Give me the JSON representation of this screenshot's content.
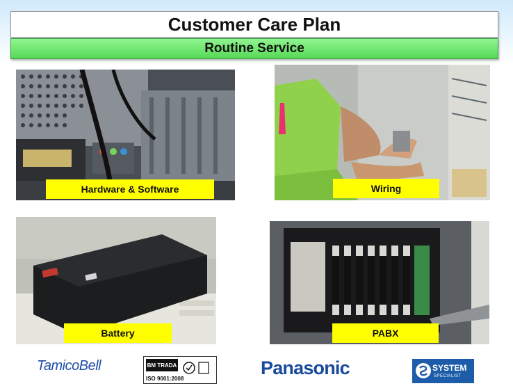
{
  "header": {
    "title": "Customer Care Plan",
    "subtitle": "Routine Service"
  },
  "photos": [
    {
      "caption": "Hardware & Software"
    },
    {
      "caption": "Wiring"
    },
    {
      "caption": "Battery"
    },
    {
      "caption": "PABX"
    }
  ],
  "logos": {
    "tamicobell": "TamicoBell",
    "bm_trada": "BM TRADA",
    "iso": "ISO 9001:2008",
    "panasonic": "Panasonic",
    "system_specialist": "SYSTEM",
    "system_specialist_sub": "SPECIALIST"
  },
  "colors": {
    "title_bg": "#ffffff",
    "subtitle_bg": "#5fde5f",
    "caption_bg": "#ffff00",
    "panasonic_blue": "#1a4a9c"
  }
}
